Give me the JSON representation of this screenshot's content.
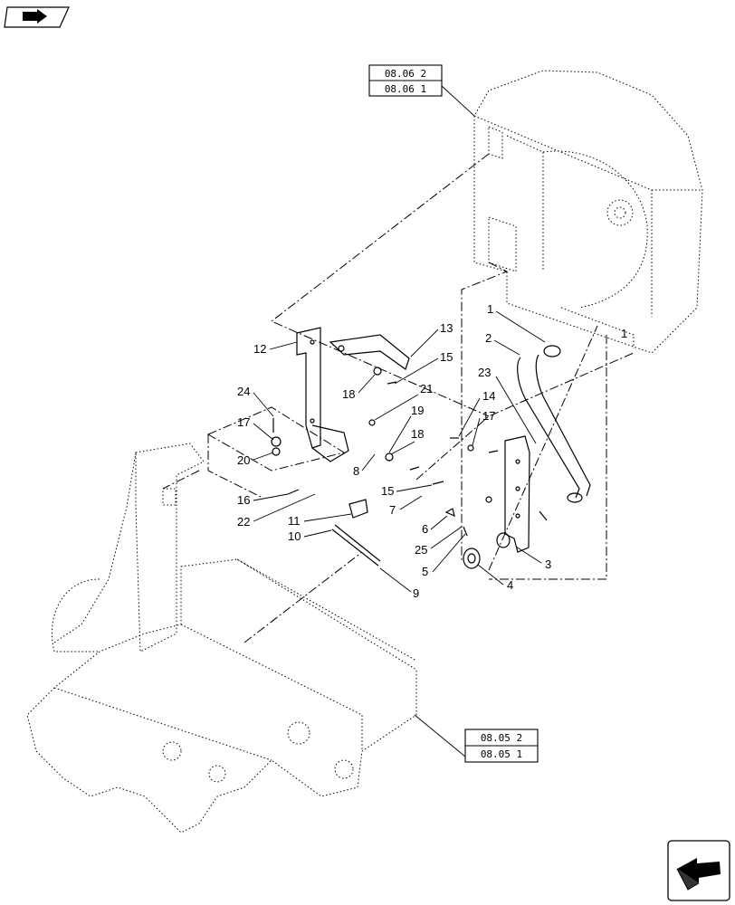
{
  "refs": {
    "top": [
      "08.06 2",
      "08.06 1"
    ],
    "bottom": [
      "08.05 2",
      "08.05 1"
    ]
  },
  "callouts": [
    "1",
    "2",
    "3",
    "4",
    "5",
    "6",
    "7",
    "8",
    "9",
    "10",
    "11",
    "12",
    "13",
    "14",
    "15",
    "15",
    "16",
    "17",
    "17",
    "18",
    "18",
    "19",
    "20",
    "21",
    "22",
    "23",
    "24",
    "25",
    "1"
  ],
  "icons": {
    "top_left": "navigation-arrow-icon",
    "bottom_right": "next-page-arrow-icon"
  }
}
